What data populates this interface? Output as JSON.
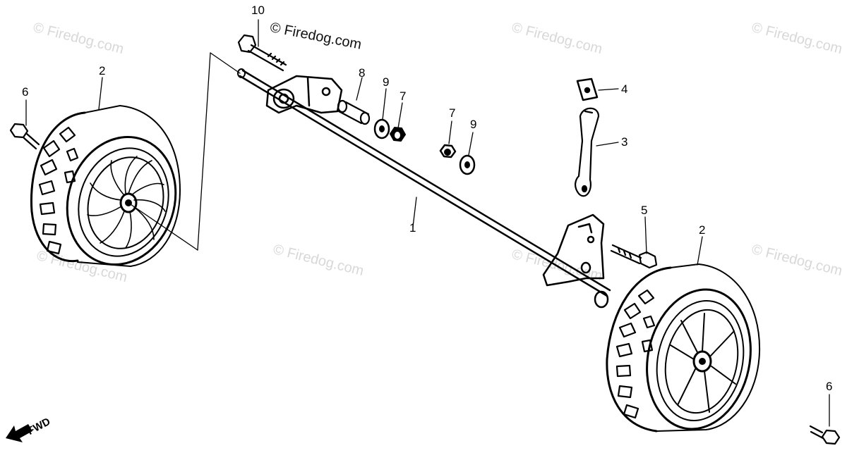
{
  "copyright_text": "© Firedog.com",
  "watermark_text": "© Firedog.com",
  "fwd_label": "FWD",
  "callouts": {
    "c10": "10",
    "c2_left": "2",
    "c6_left": "6",
    "c8": "8",
    "c9_top": "9",
    "c7_top": "7",
    "c7_mid": "7",
    "c9_mid": "9",
    "c4": "4",
    "c3": "3",
    "c1": "1",
    "c5": "5",
    "c2_right": "2",
    "c6_right": "6"
  },
  "parts": [
    {
      "number": "1",
      "name": "axle-shaft"
    },
    {
      "number": "2",
      "name": "wheel"
    },
    {
      "number": "3",
      "name": "height-adjust-lever"
    },
    {
      "number": "4",
      "name": "square-nut"
    },
    {
      "number": "5",
      "name": "flange-bolt"
    },
    {
      "number": "6",
      "name": "wheel-bolt"
    },
    {
      "number": "7",
      "name": "nut"
    },
    {
      "number": "8",
      "name": "collar"
    },
    {
      "number": "9",
      "name": "washer"
    },
    {
      "number": "10",
      "name": "bolt"
    }
  ],
  "colors": {
    "line": "#000000",
    "watermark": "#d8d8d8",
    "background": "#ffffff"
  }
}
